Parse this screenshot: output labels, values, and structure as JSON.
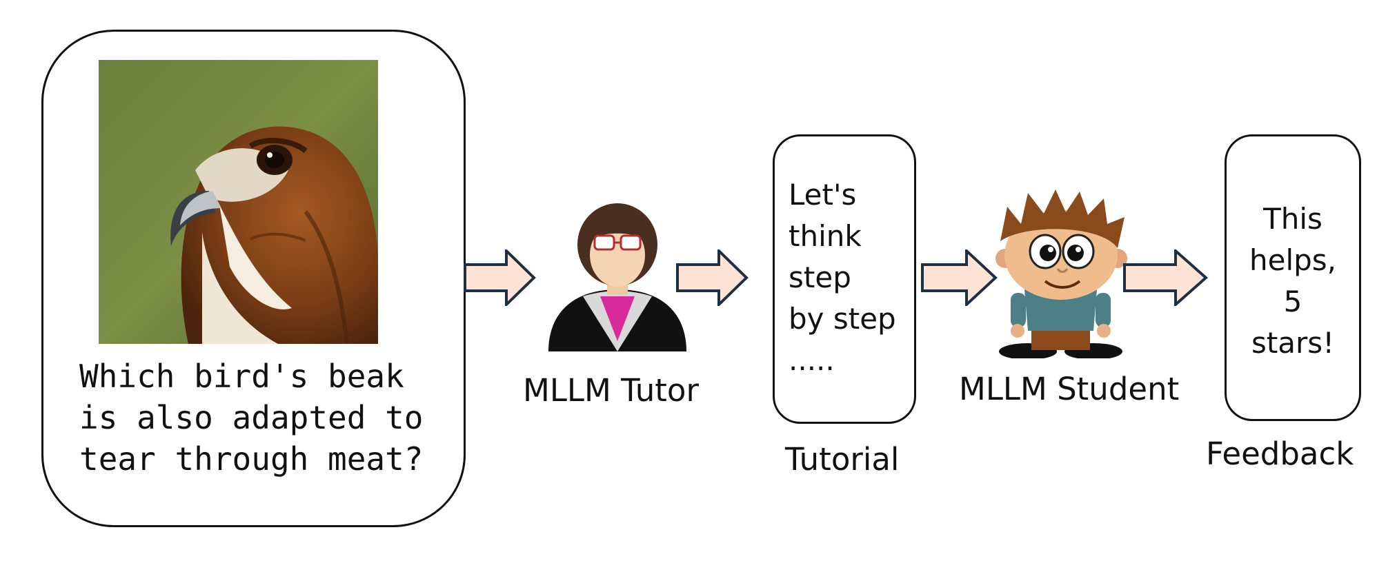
{
  "question": {
    "text": "Which bird's beak\nis also adapted to\ntear through meat?",
    "image": "red-tailed hawk photo"
  },
  "tutor": {
    "label": "MLLM Tutor",
    "icon": "teacher-avatar-icon"
  },
  "tutorial": {
    "text": "Let's\nthink\nstep\nby step\n.....",
    "label": "Tutorial"
  },
  "student": {
    "label": "MLLM Student",
    "icon": "student-avatar-icon"
  },
  "feedback": {
    "text": "This\nhelps,\n5\nstars!",
    "label": "Feedback"
  },
  "colors": {
    "arrow_fill": "#fce3d6",
    "arrow_stroke": "#1f2f3f",
    "border": "#111111"
  }
}
